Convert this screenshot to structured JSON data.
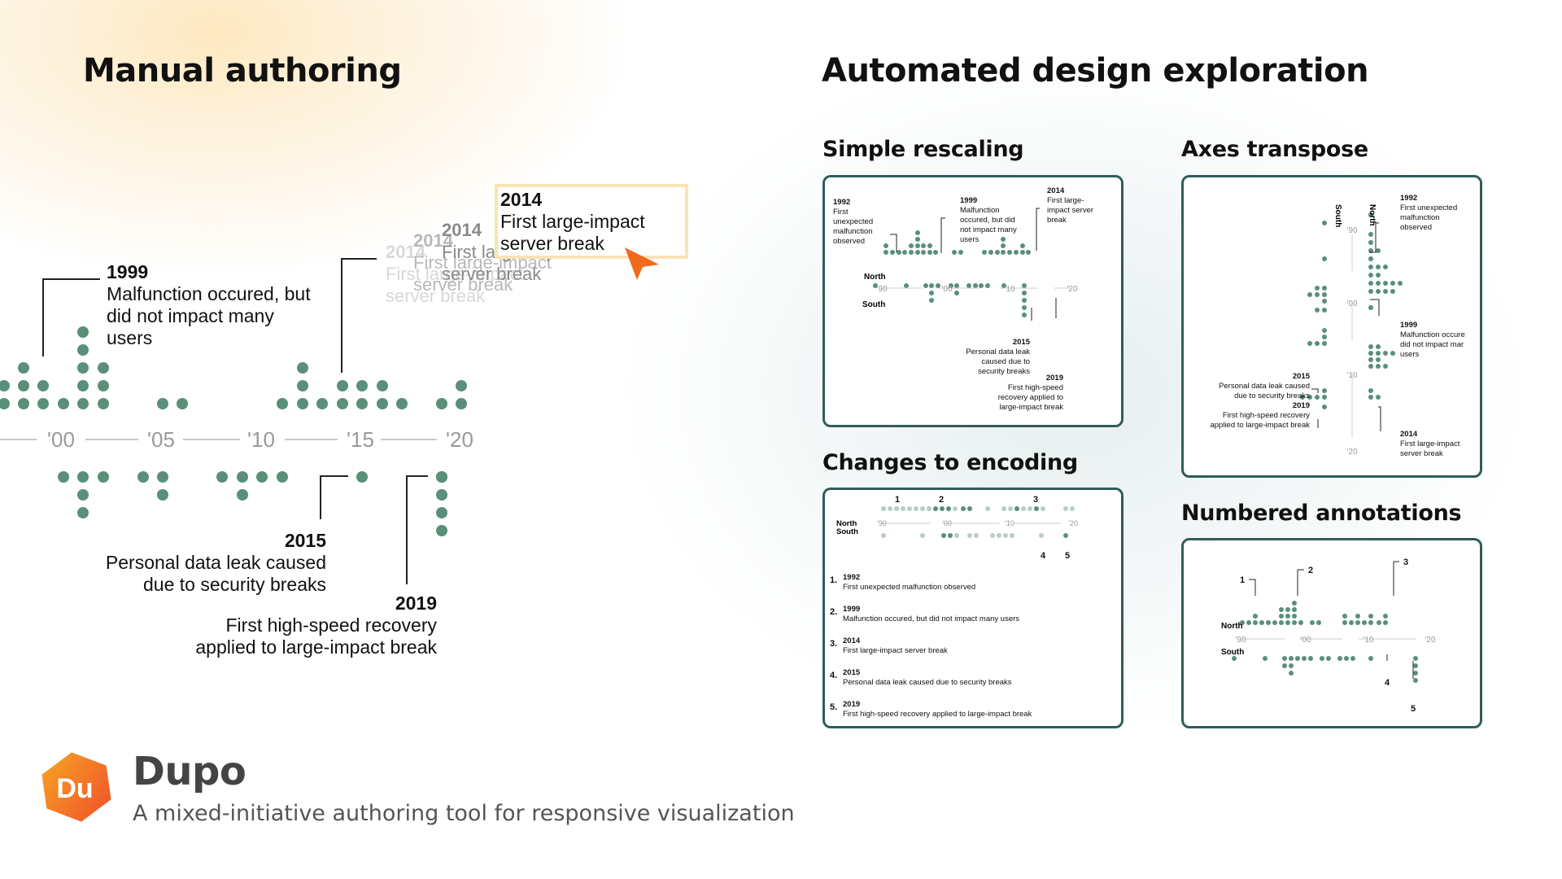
{
  "colors": {
    "dot": "#5a8f7a",
    "dot_light": "#b6cec4",
    "axis": "#c8c8c8",
    "tick": "#9a9a9a",
    "panel_border": "#2f5d5a",
    "cursor": "#f26a1b",
    "highlight": "#fbe3b4"
  },
  "headings": {
    "manual": "Manual authoring",
    "automated": "Automated design exploration",
    "simple_rescaling": "Simple rescaling",
    "axes_transpose": "Axes transpose",
    "changes_to_encoding": "Changes to encoding",
    "numbered_annotations": "Numbered annotations"
  },
  "main_chart": {
    "ticks": [
      "'00",
      "'05",
      "'10",
      "'15",
      "'20"
    ],
    "annotations": {
      "a1999": {
        "year": "1999",
        "line1": "Malfunction occured, but",
        "line2": "did not impact many",
        "line3": "users"
      },
      "a2014": {
        "year": "2014",
        "line1": "First large-impact",
        "line2": "server break"
      },
      "a2015": {
        "year": "2015",
        "line1": "Personal data leak caused",
        "line2": "due to security breaks"
      },
      "a2019": {
        "year": "2019",
        "line1": "First high-speed recovery",
        "line2": "applied to large-impact break"
      }
    },
    "ghosts": {
      "g1": {
        "year": "2014",
        "line1": "First large-impact",
        "line2": "server break"
      },
      "g2": {
        "year": "2014",
        "line1": "First large-impact",
        "line2": "server break"
      },
      "g3": {
        "year": "2014",
        "line1": "First large-impact",
        "line2": "server break"
      }
    }
  },
  "simple_rescaling": {
    "north": "North",
    "south": "South",
    "ticks": [
      "'90",
      "'00",
      "'10",
      "'20"
    ],
    "a1992": [
      "1992",
      "First",
      "unexpected",
      "malfunction",
      "observed"
    ],
    "a1999": [
      "1999",
      "Malfunction",
      "occured, but did",
      "not impact many",
      "users"
    ],
    "a2014": [
      "2014",
      "First large-",
      "impact server",
      "break"
    ],
    "a2015": [
      "2015",
      "Personal data leak",
      "caused due to",
      "security breaks"
    ],
    "a2019": [
      "2019",
      "First high-speed",
      "recovery applied to",
      "large-impact break"
    ]
  },
  "axes_transpose": {
    "south": "South",
    "north": "North",
    "ticks": [
      "'90",
      "'00",
      "'10",
      "'20"
    ],
    "a1992": [
      "1992",
      "First unexpected",
      "malfunction",
      "observed"
    ],
    "a1999": [
      "1999",
      "Malfunction occure",
      "did not impact mar",
      "users"
    ],
    "a2015": [
      "2015",
      "Personal data leak caused",
      "due to security breaks"
    ],
    "a2019": [
      "2019",
      "First high-speed recovery",
      "applied to large-impact break"
    ],
    "a2014": [
      "2014",
      "First large-impact",
      "server break"
    ]
  },
  "changes_to_encoding": {
    "north": "North",
    "south": "South",
    "ticks": [
      "'90",
      "'00",
      "'10",
      "'20"
    ],
    "markers": [
      "1",
      "2",
      "3",
      "4",
      "5"
    ],
    "notes": [
      {
        "num": "1.",
        "year": "1992",
        "text": "First unexpected malfunction observed"
      },
      {
        "num": "2.",
        "year": "1999",
        "text": "Malfunction occured, but did not impact many users"
      },
      {
        "num": "3.",
        "year": "2014",
        "text": "First large-impact server break"
      },
      {
        "num": "4.",
        "year": "2015",
        "text": "Personal data leak caused due to security breaks"
      },
      {
        "num": "5.",
        "year": "2019",
        "text": "First high-speed recovery applied to large-impact break"
      }
    ]
  },
  "numbered_annotations": {
    "north": "North",
    "south": "South",
    "ticks": [
      "'90",
      "'00",
      "'10",
      "'20"
    ],
    "markers": [
      "1",
      "2",
      "3",
      "4",
      "5"
    ]
  },
  "brand": {
    "logo_text": "Du",
    "title": "Dupo",
    "subtitle": "A mixed-initiative authoring tool for responsive visualization"
  }
}
